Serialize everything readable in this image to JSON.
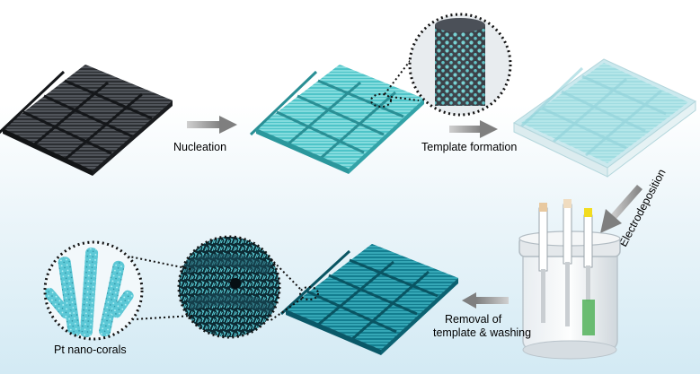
{
  "steps": {
    "nucleation": "Nucleation",
    "template_formation": "Template formation",
    "electrodeposition": "Electrodeposition",
    "removal_line1": "Removal of",
    "removal_line2": "template & washing",
    "product": "Pt nano-corals"
  },
  "colors": {
    "carbon_cloth": "#3c4045",
    "seeded_cloth": "#6fd9dc",
    "template_sheet": "#c6e8ee",
    "final_cloth": "#1f9fb0",
    "arrow": "#8c8c8c",
    "electrode_yellow": "#f2dc20",
    "deposit_green": "#52b35a"
  }
}
